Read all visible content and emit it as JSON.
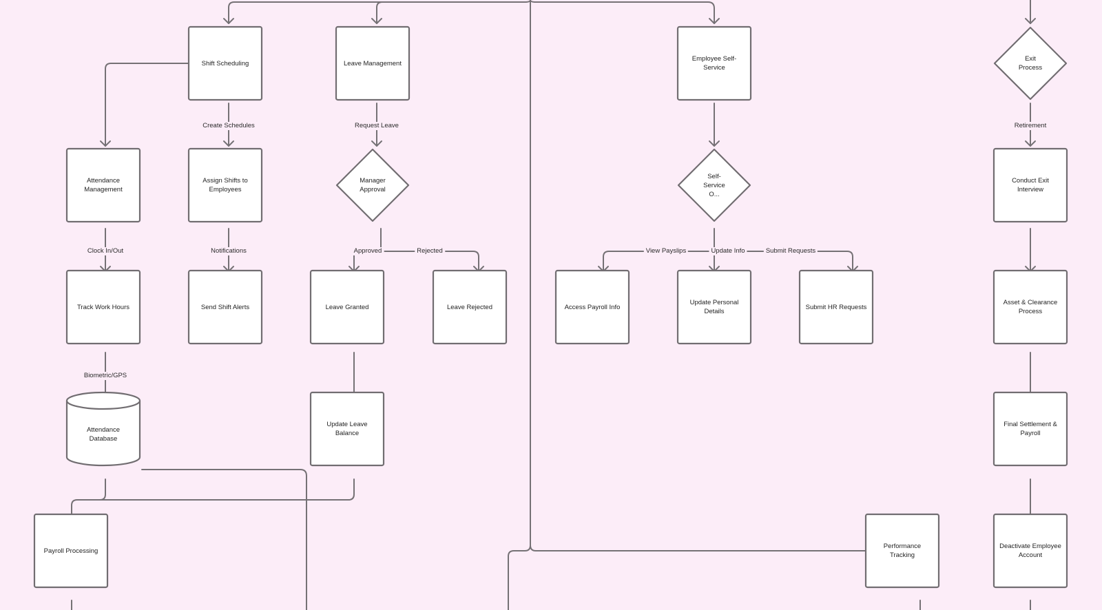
{
  "diagram": {
    "title": "HR Management Flowchart",
    "colors": {
      "background": "#fcedf8",
      "node_fill": "#ffffff",
      "stroke": "#716d71",
      "text": "#1f1f1f"
    },
    "nodes": [
      {
        "id": "shift_scheduling",
        "label": "Shift Scheduling",
        "shape": "rect"
      },
      {
        "id": "leave_management",
        "label": "Leave Management",
        "shape": "rect"
      },
      {
        "id": "employee_self_service",
        "label": "Employee Self-Service",
        "shape": "rect"
      },
      {
        "id": "exit_process",
        "label": "Exit Process",
        "shape": "diamond"
      },
      {
        "id": "attendance_management",
        "label": "Attendance Management",
        "shape": "rect"
      },
      {
        "id": "assign_shifts",
        "label": "Assign Shifts to Employees",
        "shape": "rect"
      },
      {
        "id": "manager_approval",
        "label": "Manager Approval",
        "shape": "diamond"
      },
      {
        "id": "self_service_options",
        "label": "Self-Service O...",
        "shape": "diamond"
      },
      {
        "id": "conduct_exit_interview",
        "label": "Conduct Exit Interview",
        "shape": "rect"
      },
      {
        "id": "track_work_hours",
        "label": "Track Work Hours",
        "shape": "rect"
      },
      {
        "id": "send_shift_alerts",
        "label": "Send Shift Alerts",
        "shape": "rect"
      },
      {
        "id": "leave_granted",
        "label": "Leave Granted",
        "shape": "rect"
      },
      {
        "id": "leave_rejected",
        "label": "Leave Rejected",
        "shape": "rect"
      },
      {
        "id": "access_payroll_info",
        "label": "Access Payroll Info",
        "shape": "rect"
      },
      {
        "id": "update_personal_details",
        "label": "Update Personal Details",
        "shape": "rect"
      },
      {
        "id": "submit_hr_requests",
        "label": "Submit HR Requests",
        "shape": "rect"
      },
      {
        "id": "asset_clearance",
        "label": "Asset & Clearance Process",
        "shape": "rect"
      },
      {
        "id": "attendance_database",
        "label": "Attendance Database",
        "shape": "cylinder"
      },
      {
        "id": "update_leave_balance",
        "label": "Update Leave Balance",
        "shape": "rect"
      },
      {
        "id": "final_settlement",
        "label": "Final Settlement & Payroll",
        "shape": "rect"
      },
      {
        "id": "payroll_processing",
        "label": "Payroll Processing",
        "shape": "rect"
      },
      {
        "id": "performance_tracking",
        "label": "Performance Tracking",
        "shape": "rect"
      },
      {
        "id": "deactivate_account",
        "label": "Deactivate Employee Account",
        "shape": "rect"
      }
    ],
    "edges": [
      {
        "from": "root",
        "to": "shift_scheduling",
        "label": ""
      },
      {
        "from": "root",
        "to": "leave_management",
        "label": ""
      },
      {
        "from": "root",
        "to": "employee_self_service",
        "label": ""
      },
      {
        "from": "root",
        "to": "exit_process",
        "label": ""
      },
      {
        "from": "root",
        "to": "performance_tracking",
        "label": ""
      },
      {
        "from": "shift_scheduling",
        "to": "attendance_management",
        "label": ""
      },
      {
        "from": "shift_scheduling",
        "to": "assign_shifts",
        "label": "Create Schedules"
      },
      {
        "from": "leave_management",
        "to": "manager_approval",
        "label": "Request Leave"
      },
      {
        "from": "employee_self_service",
        "to": "self_service_options",
        "label": ""
      },
      {
        "from": "exit_process",
        "to": "conduct_exit_interview",
        "label": "Retirement"
      },
      {
        "from": "attendance_management",
        "to": "track_work_hours",
        "label": "Clock In/Out"
      },
      {
        "from": "assign_shifts",
        "to": "send_shift_alerts",
        "label": "Notifications"
      },
      {
        "from": "manager_approval",
        "to": "leave_granted",
        "label": "Approved"
      },
      {
        "from": "manager_approval",
        "to": "leave_rejected",
        "label": "Rejected"
      },
      {
        "from": "self_service_options",
        "to": "access_payroll_info",
        "label": "View Payslips"
      },
      {
        "from": "self_service_options",
        "to": "update_personal_details",
        "label": "Update Info"
      },
      {
        "from": "self_service_options",
        "to": "submit_hr_requests",
        "label": "Submit Requests"
      },
      {
        "from": "conduct_exit_interview",
        "to": "asset_clearance",
        "label": ""
      },
      {
        "from": "track_work_hours",
        "to": "attendance_database",
        "label": "Biometric/GPS"
      },
      {
        "from": "leave_granted",
        "to": "update_leave_balance",
        "label": ""
      },
      {
        "from": "asset_clearance",
        "to": "final_settlement",
        "label": ""
      },
      {
        "from": "attendance_database",
        "to": "payroll_processing",
        "label": ""
      },
      {
        "from": "update_leave_balance",
        "to": "payroll_processing",
        "label": ""
      },
      {
        "from": "final_settlement",
        "to": "deactivate_account",
        "label": ""
      },
      {
        "from": "attendance_database",
        "to": "offscreen_below",
        "label": ""
      },
      {
        "from": "payroll_processing",
        "to": "offscreen_below",
        "label": ""
      },
      {
        "from": "performance_tracking",
        "to": "offscreen_below",
        "label": ""
      },
      {
        "from": "deactivate_account",
        "to": "offscreen_below",
        "label": ""
      }
    ]
  }
}
